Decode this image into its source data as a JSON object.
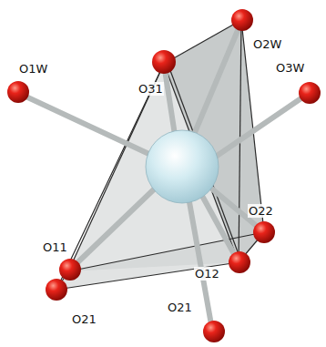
{
  "diagram": {
    "labels": [
      "O1W",
      "O31",
      "O2W",
      "O3W",
      "O11",
      "O22",
      "O21",
      "O12",
      "O21"
    ]
  }
}
